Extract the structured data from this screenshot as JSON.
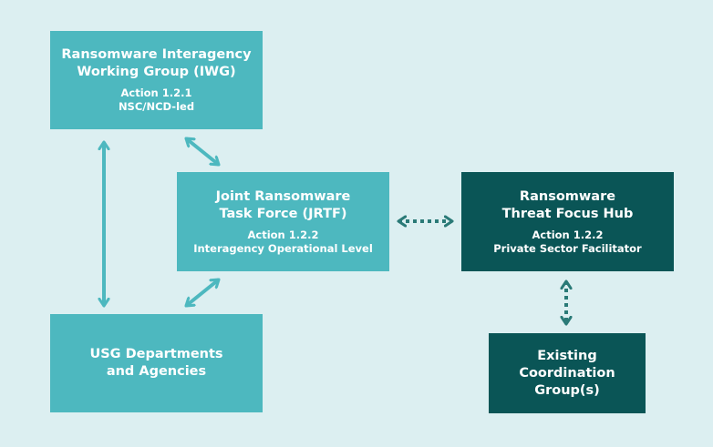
{
  "colors": {
    "background": "#dceff1",
    "light_box": "#4db8bf",
    "dark_box": "#0a5556",
    "light_arrow": "#4db8bf",
    "dark_arrow": "#2a7a77"
  },
  "iwg": {
    "title_line1": "Ransomware Interagency",
    "title_line2": "Working Group (IWG)",
    "action": "Action 1.2.1",
    "lead": "NSC/NCD-led"
  },
  "jrtf": {
    "title_line1": "Joint Ransomware",
    "title_line2": "Task Force (JRTF)",
    "action": "Action 1.2.2",
    "lead": "Interagency Operational Level"
  },
  "hub": {
    "title_line1": "Ransomware",
    "title_line2": "Threat Focus Hub",
    "action": "Action 1.2.2",
    "lead": "Private Sector Facilitator"
  },
  "usg": {
    "title_line1": "USG Departments",
    "title_line2": "and Agencies"
  },
  "ecg": {
    "title_line1": "Existing",
    "title_line2": "Coordination",
    "title_line3": "Group(s)"
  }
}
